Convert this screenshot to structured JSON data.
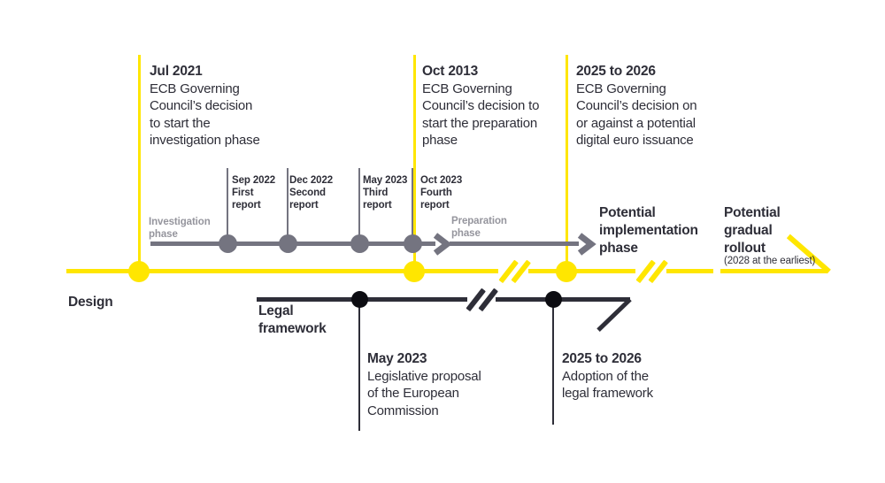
{
  "design_track": {
    "label": "Design",
    "decisions": [
      {
        "date": "Jul 2021",
        "desc": "ECB Governing\nCouncil’s decision\nto start the\ninvestigation phase"
      },
      {
        "date": "Oct 2013",
        "desc": "ECB Governing\nCouncil’s decision to\nstart the preparation\nphase"
      },
      {
        "date": "2025 to 2026",
        "desc": "ECB Governing\nCouncil’s decision on\nor against a potential\ndigital euro issuance"
      }
    ],
    "reports": [
      {
        "label": "Sep 2022\nFirst\nreport"
      },
      {
        "label": "Dec 2022\nSecond\nreport"
      },
      {
        "label": "May 2023\nThird\nreport"
      },
      {
        "label": "Oct 2023\nFourth\nreport"
      }
    ],
    "phase_labels": {
      "investigation": "Investigation\nphase",
      "preparation": "Preparation\nphase",
      "implementation": "Potential\nimplementation\nphase",
      "rollout": "Potential\ngradual\nrollout",
      "rollout_note": "(2028 at the earliest)"
    }
  },
  "legal_track": {
    "label": "Legal\nframework",
    "milestones": [
      {
        "date": "May 2023",
        "desc": "Legislative proposal\nof the European\nCommission"
      },
      {
        "date": "2025 to 2026",
        "desc": "Adoption of the\nlegal framework"
      }
    ]
  },
  "colors": {
    "accent_yellow": "#FFE600",
    "gray": "#747480",
    "gray_label": "#95959D",
    "dark_text": "#2E2E38"
  }
}
